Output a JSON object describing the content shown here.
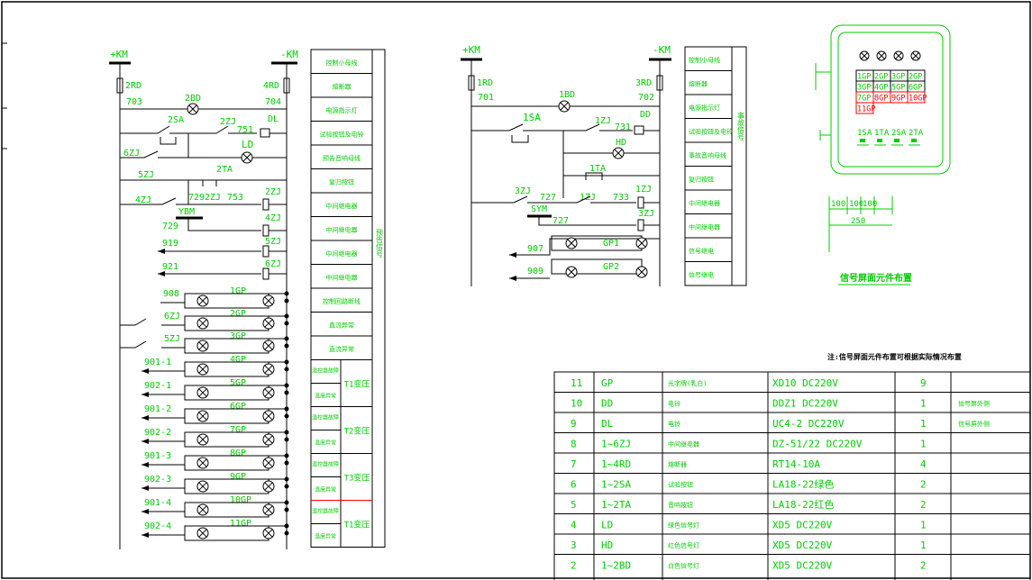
{
  "left_circuit": {
    "bus_pos": "+KM",
    "bus_neg": "-KM",
    "fuse_left": "2RD",
    "fuse_left_no": "703",
    "fuse_right": "4RD",
    "fuse_right_no": "704",
    "labels": {
      "bd": "2BD",
      "sa": "2SA",
      "zj2": "2ZJ",
      "n751": "751",
      "dl": "DL",
      "ld": "LD",
      "zj6": "6ZJ",
      "zj5": "5ZJ",
      "ta2": "2TA",
      "zj4": "4ZJ",
      "n729a": "729",
      "zj2b": "2ZJ",
      "n753": "753",
      "zj2c": "2ZJ",
      "ybm": "YBM",
      "n729b": "729",
      "zj4b": "4ZJ",
      "n919": "919",
      "zj5b": "5ZJ",
      "n921": "921",
      "zj6b": "6ZJ",
      "n908": "908",
      "gp1": "1GP",
      "zj6c": "6ZJ",
      "gp2": "2GP",
      "zj5c": "5ZJ",
      "gp3": "3GP",
      "n9011": "901-1",
      "gp4": "4GP",
      "n9021": "902-1",
      "gp5": "5GP",
      "n9012": "901-2",
      "gp6": "6GP",
      "n9022": "902-2",
      "gp7": "7GP",
      "n9013": "901-3",
      "gp8": "8GP",
      "n9023": "902-3",
      "gp9": "9GP",
      "n9014": "901-4",
      "gp10": "10GP",
      "n9024": "902-4",
      "gp11": "11GP"
    },
    "legend_rows": [
      "控制小母线",
      "熔断器",
      "电源指示灯",
      "试验按钮及电铃",
      "预告音响母线",
      "复归按钮",
      "中间继电器",
      "中间继电器",
      "中间继电器",
      "中间继电器",
      "控制回路断线",
      "直流异常",
      "直流异常"
    ],
    "legend_side": "预告信号",
    "transformer_groups": [
      {
        "a": "温控器故障",
        "b": "温度异常",
        "name": "T1变压"
      },
      {
        "a": "温控器故障",
        "b": "温度异常",
        "name": "T2变压"
      },
      {
        "a": "温控器故障",
        "b": "温度异常",
        "name": "T3变压"
      },
      {
        "a": "温控器故障",
        "b": "温度异常",
        "name": "T1变压"
      }
    ]
  },
  "middle_circuit": {
    "bus_pos": "+KM",
    "bus_neg": "-KM",
    "fuse_left": "1RD",
    "fuse_left_no": "701",
    "fuse_right": "3RD",
    "fuse_right_no": "702",
    "labels": {
      "bd": "1BD",
      "sa": "1SA",
      "zj1": "1ZJ",
      "n731": "731",
      "dd": "DD",
      "hd": "HD",
      "ta": "1TA",
      "zj3": "3ZJ",
      "n727a": "727",
      "zj1b": "1ZJ",
      "n733": "733",
      "zj1c": "1ZJ",
      "sym": "SYM",
      "zj3b": "3ZJ",
      "n727b": "727",
      "n907": "907",
      "gp1": "GP1",
      "n909": "909",
      "gp2": "GP2"
    },
    "legend_rows": [
      "控制小母线",
      "熔断器",
      "电源指示灯",
      "试验按钮及电铃",
      "事故音响母线",
      "复归按钮",
      "中间继电器",
      "中间继电器",
      "信号继电",
      "信号继电"
    ],
    "legend_side": "事故信号"
  },
  "panel": {
    "grid": [
      [
        "1GP",
        "2GP",
        "3GP",
        "2GP"
      ],
      [
        "3GP",
        "4GP",
        "5GP",
        "6GP"
      ],
      [
        "7GP",
        "8GP",
        "9GP",
        "10GP"
      ],
      [
        "11GP",
        "",
        "",
        ""
      ]
    ],
    "buttons": [
      "1SA",
      "1TA",
      "2SA",
      "2TA"
    ],
    "dims": [
      "100",
      "100",
      "100"
    ],
    "total": "250",
    "caption": "信号屏面元件布置"
  },
  "note": "注:信号屏面元件布置可根据实际情况布置",
  "table": {
    "rows": [
      {
        "no": "11",
        "code": "GP",
        "name": "光字牌(乳白)",
        "model": "XD10   DC220V",
        "qty": "9",
        "remark": ""
      },
      {
        "no": "10",
        "code": "DD",
        "name": "电铃",
        "model": "DDZ1   DC220V",
        "qty": "1",
        "remark": "信号屏外侧"
      },
      {
        "no": "9",
        "code": "DL",
        "name": "电铃",
        "model": "UC4-2   DC220V",
        "qty": "1",
        "remark": "信号屏外侧"
      },
      {
        "no": "8",
        "code": "1~6ZJ",
        "name": "中间继电器",
        "model": "DZ-51/22 DC220V",
        "qty": "1",
        "remark": ""
      },
      {
        "no": "7",
        "code": "1~4RD",
        "name": "熔断器",
        "model": "RT14-10A",
        "qty": "4",
        "remark": ""
      },
      {
        "no": "6",
        "code": "1~2SA",
        "name": "试验按钮",
        "model": "LA18-22绿色",
        "qty": "2",
        "remark": ""
      },
      {
        "no": "5",
        "code": "1~2TA",
        "name": "音响按钮",
        "model": "LA18-22红色",
        "qty": "2",
        "remark": ""
      },
      {
        "no": "4",
        "code": "LD",
        "name": "绿色信号灯",
        "model": "XD5   DC220V",
        "qty": "1",
        "remark": ""
      },
      {
        "no": "3",
        "code": "HD",
        "name": "红色信号灯",
        "model": "XD5   DC220V",
        "qty": "1",
        "remark": ""
      },
      {
        "no": "2",
        "code": "1~2BD",
        "name": "白色信号灯",
        "model": "XD5   DC220V",
        "qty": "2",
        "remark": ""
      }
    ]
  }
}
